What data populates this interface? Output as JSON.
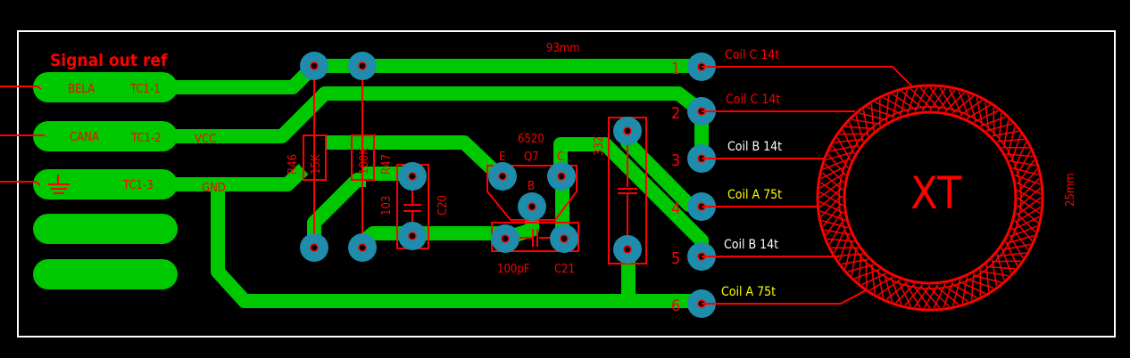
{
  "board": {
    "title": "Signal out ref",
    "width_dim": "93mm",
    "height_dim": "25mm",
    "colors": {
      "background": "#000000",
      "outline": "#ffffff",
      "copper": "#00c800",
      "pad": "#1e8caa",
      "silkscreen": "#ff0000",
      "label_white": "#ffffff",
      "label_yellow": "#ffff00"
    }
  },
  "connector": {
    "pads": [
      {
        "name": "BELA",
        "pin": "TC1-1"
      },
      {
        "name": "CANA",
        "pin": "TC1-2",
        "net": "VCC"
      },
      {
        "name": "ground-symbol",
        "pin": "TC1-3",
        "net": "GND"
      }
    ]
  },
  "components": {
    "R46": {
      "ref": "R46",
      "value": "15K"
    },
    "R47": {
      "ref": "R47",
      "value": "100K"
    },
    "C20": {
      "ref": "C20",
      "value": "103"
    },
    "Q7": {
      "ref": "Q7",
      "value": "6520",
      "pins": [
        "E",
        "B",
        "C"
      ]
    },
    "C21": {
      "ref": "C21",
      "value": "100pF"
    },
    "C_332": {
      "value": "332"
    },
    "XT": {
      "ref": "XT"
    }
  },
  "coil_pins": [
    {
      "num": "1",
      "label": "Coil C 14t",
      "color": "red"
    },
    {
      "num": "2",
      "label": "Coil C 14t",
      "color": "red"
    },
    {
      "num": "3",
      "label": "Coil B 14t",
      "color": "white"
    },
    {
      "num": "4",
      "label": "Coil A 75t",
      "color": "yellow"
    },
    {
      "num": "5",
      "label": "Coil B 14t",
      "color": "white"
    },
    {
      "num": "6",
      "label": "Coil A 75t",
      "color": "yellow"
    }
  ]
}
